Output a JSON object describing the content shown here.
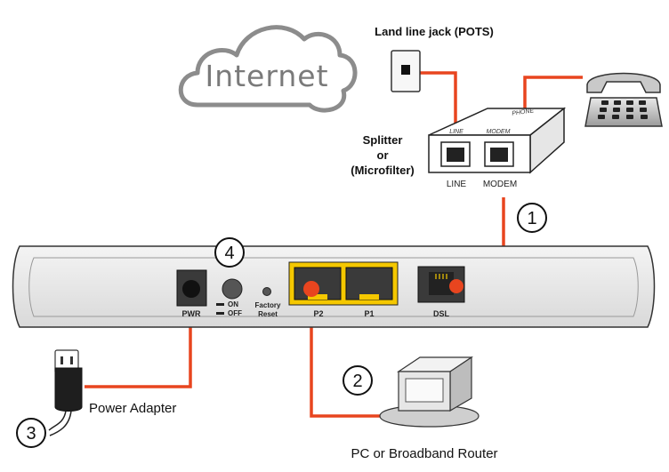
{
  "cloud": {
    "label": "Internet"
  },
  "jack": {
    "label": "Land line jack (POTS)"
  },
  "splitter": {
    "label_line1": "Splitter",
    "label_line2": "or",
    "label_line3": "(Microfilter)",
    "port_line": "LINE",
    "port_modem": "MODEM",
    "top_line": "LINE",
    "top_modem": "MODEM",
    "top_phone": "PHONE"
  },
  "router": {
    "pwr": "PWR",
    "on": "ON",
    "off": "OFF",
    "factory_reset_1": "Factory",
    "factory_reset_2": "Reset",
    "p2": "P2",
    "p1": "P1",
    "dsl": "DSL"
  },
  "steps": [
    "1",
    "2",
    "3",
    "4"
  ],
  "labels": {
    "power_adapter": "Power Adapter",
    "pc_router": "PC or Broadband Router"
  },
  "colors": {
    "cable": "#e8451f",
    "port_highlight": "#f5c800"
  }
}
